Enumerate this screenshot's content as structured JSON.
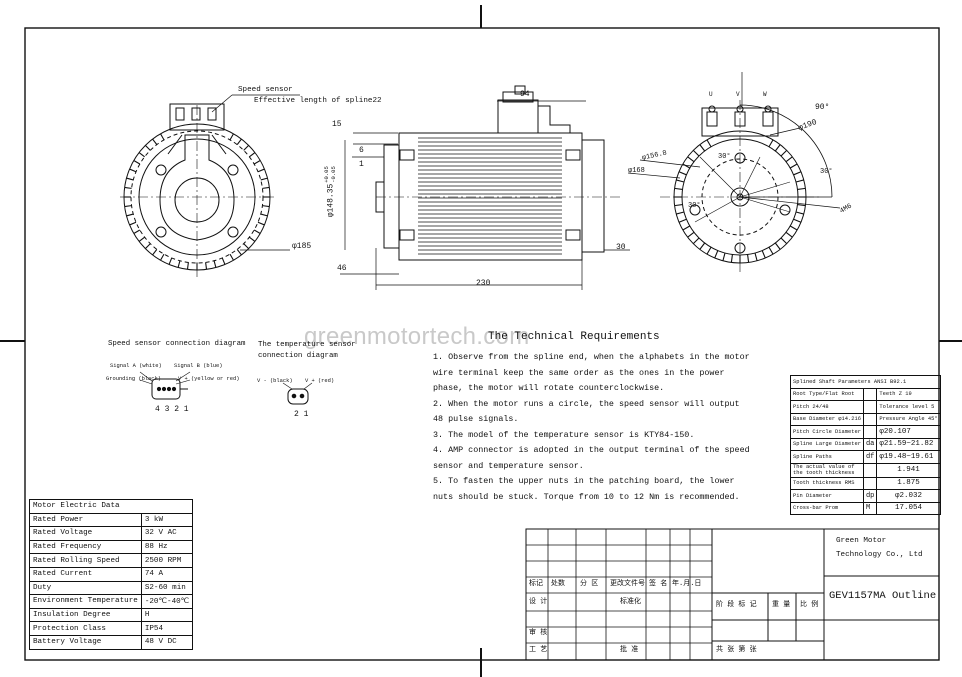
{
  "watermark": "greenmotortech.com",
  "views": {
    "left": {
      "speed_sensor": "Speed sensor",
      "spline_length": "Effective length of spline22",
      "diameter": "φ185"
    },
    "side": {
      "dims": [
        "94",
        "15",
        "6",
        "1",
        "φ148.35",
        "+0.05",
        "-0.05",
        "46",
        "230",
        "30"
      ]
    },
    "right": {
      "terminals": [
        "U",
        "V",
        "W"
      ],
      "dims": [
        "90°",
        "φ190",
        "φ156.8",
        "φ168",
        "30°",
        "30°",
        "30°",
        "4M6"
      ]
    }
  },
  "speed_sensor_diagram": {
    "title": "Speed sensor connection diagram",
    "labels": [
      "Signal A (white)",
      "Signal B (blue)",
      "Grounding (black)",
      "V + (yellow or red)"
    ],
    "pins": "4 3 2 1"
  },
  "temp_sensor_diagram": {
    "title_1": "The temperature sensor",
    "title_2": "connection diagram",
    "labels": [
      "V - (black)",
      "V + (red)"
    ],
    "pins": "2 1"
  },
  "requirements": {
    "title": "The Technical Requirements",
    "lines": [
      "1. Observe from the spline end, when the alphabets in the motor",
      " wire terminal keep the same order as the ones in the power",
      "phase, the motor will rotate counterclockwise.",
      "2. When the motor runs a circle, the speed sensor will output",
      "48 pulse signals.",
      "3. The model of the temperature sensor is KTY84-150.",
      "4. AMP connector is adopted in the output terminal of the speed",
      " sensor and temperature sensor.",
      "5. To fasten the upper nuts in the patching board, the lower",
      "nuts should be stuck. Torque from 10 to 12 Nm is recommended."
    ]
  },
  "motor_data": {
    "title": "Motor Electric Data",
    "rows": [
      [
        "Rated Power",
        "3 kW"
      ],
      [
        "Rated Voltage",
        "32 V AC"
      ],
      [
        "Rated Frequency",
        "88 Hz"
      ],
      [
        "Rated Rolling Speed",
        "2500 RPM"
      ],
      [
        "Rated Current",
        "74 A"
      ],
      [
        "Duty",
        "S2-60 min"
      ],
      [
        "Environment Temperature",
        "-20℃-40℃"
      ],
      [
        "Insulation Degree",
        "H"
      ],
      [
        "Protection Class",
        "IP54"
      ],
      [
        "Battery Voltage",
        "48 V DC"
      ]
    ]
  },
  "spline": {
    "title": "Splined Shaft Parameters ANSI B92.1",
    "rows": [
      [
        "Root Type/Flat Root",
        "",
        "Teeth Z  19"
      ],
      [
        "Pitch  24/48",
        "",
        "Tolerance level 5"
      ],
      [
        "Base Diameter  φ14.216",
        "",
        "Pressure Angle 45°"
      ],
      [
        "Pitch Circle Diameter",
        "",
        "φ20.107"
      ],
      [
        "Spline Large Diameter",
        "da",
        "φ21.59~21.82"
      ],
      [
        "Spline Paths",
        "df",
        "φ19.48~19.61"
      ],
      [
        "The actual value of the tooth thickness",
        "",
        "1.941"
      ],
      [
        "Tooth thickness RMS",
        "",
        "1.875"
      ],
      [
        "Pin Diameter",
        "dp",
        "φ2.032"
      ],
      [
        "Cross-bar Prom",
        "M",
        "17.054"
      ]
    ]
  },
  "title_block": {
    "company_1": "Green Motor",
    "company_2": "Technology Co., Ltd",
    "drawing_title": "GEV1157MA Outline",
    "row_labels": [
      "标记",
      "处数",
      "分 区",
      "更改文件号",
      "签 名",
      "年.月.日"
    ],
    "design": "设 计",
    "standard": "标准化",
    "review": "审 核",
    "process": "工 艺",
    "approve": "批 准",
    "stage": "阶 段 标 记",
    "weight": "重 量",
    "scale": "比 例",
    "sheets": "共   张  第   张"
  }
}
